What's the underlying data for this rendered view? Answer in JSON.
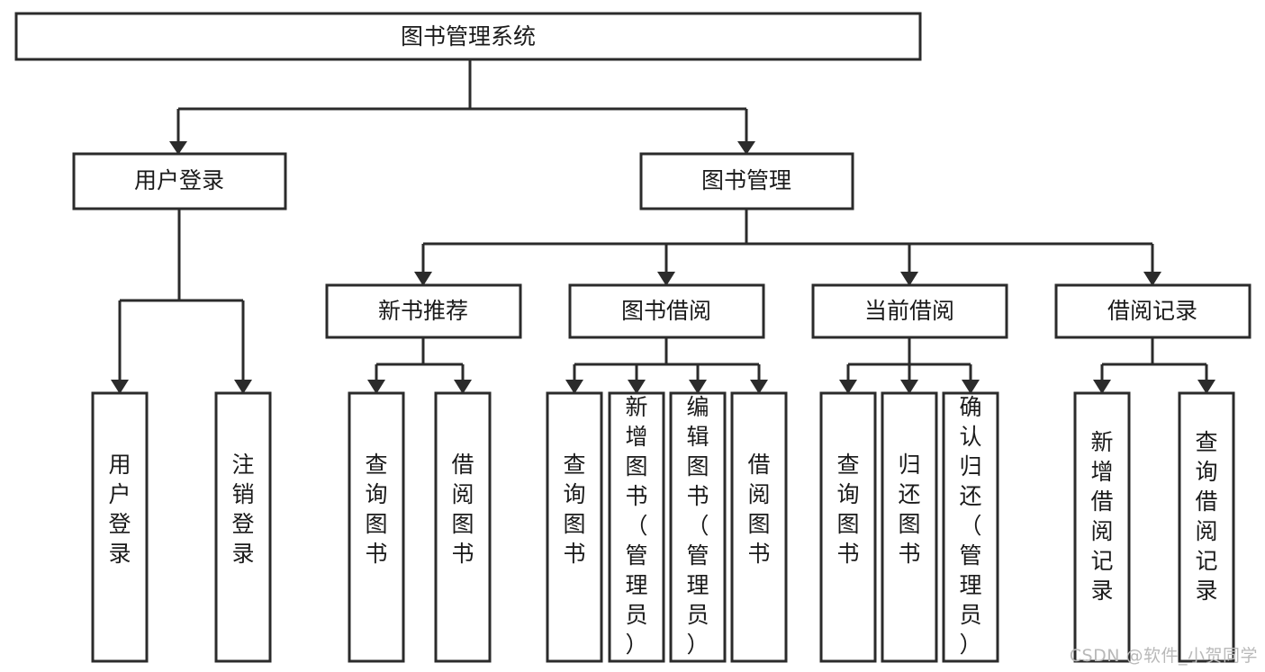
{
  "diagram": {
    "type": "tree",
    "title": "图书管理系统",
    "orientation": "top-down",
    "colors": {
      "box_fill": "#ffffff",
      "box_stroke": "#2b2b2b",
      "text": "#1a1a1a",
      "watermark": "#b9b9b9"
    },
    "root": {
      "label": "图书管理系统"
    },
    "level2": [
      {
        "label": "用户登录"
      },
      {
        "label": "图书管理"
      }
    ],
    "level3": [
      {
        "label": "新书推荐"
      },
      {
        "label": "图书借阅"
      },
      {
        "label": "当前借阅"
      },
      {
        "label": "借阅记录"
      }
    ],
    "leaves": {
      "user_login": [
        {
          "label": "用户登录"
        },
        {
          "label": "注销登录"
        }
      ],
      "new_book_recommend": [
        {
          "label": "查询图书"
        },
        {
          "label": "借阅图书"
        }
      ],
      "book_borrow": [
        {
          "label": "查询图书"
        },
        {
          "label": "新增图书（管理员）"
        },
        {
          "label": "编辑图书（管理员）"
        },
        {
          "label": "借阅图书"
        }
      ],
      "current_borrow": [
        {
          "label": "查询图书"
        },
        {
          "label": "归还图书"
        },
        {
          "label": "确认归还（管理员）"
        }
      ],
      "borrow_records": [
        {
          "label": "新增借阅记录"
        },
        {
          "label": "查询借阅记录"
        }
      ]
    }
  },
  "watermark": {
    "text": "CSDN @软件_小贺同学"
  }
}
